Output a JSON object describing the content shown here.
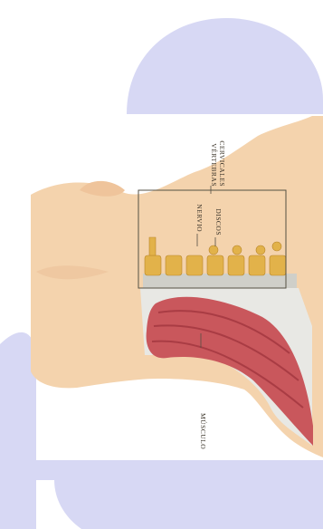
{
  "labels": {
    "cervical_vertebrae_line1": "VÉRTEBRAS",
    "cervical_vertebrae_line2": "CERVICALES",
    "nerve": "NERVIO",
    "discs": "DISCOS",
    "muscle": "MÚSCULO"
  },
  "colors": {
    "watermark": "#d7d8f4",
    "skin": "#f4d3ad",
    "skin_shadow": "#e6b98d",
    "bone": "#e2b24a",
    "disc": "#cfcfc9",
    "muscle": "#c9575c",
    "muscle_dark": "#a93c44",
    "tissue": "#e8e8e4",
    "line": "#555044"
  }
}
